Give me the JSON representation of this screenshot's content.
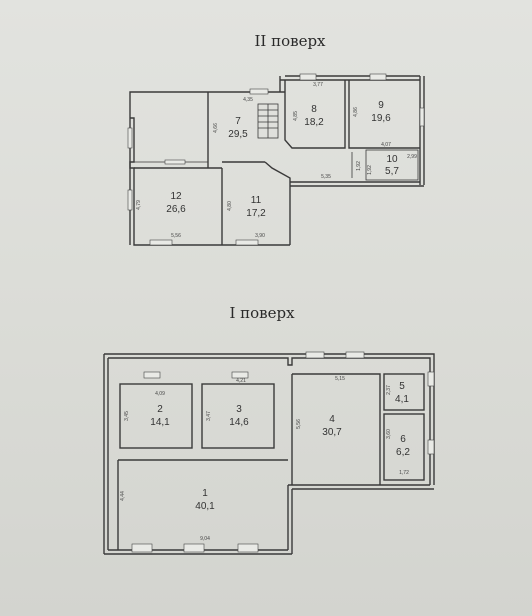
{
  "floor2": {
    "title": "II поверх",
    "rooms": [
      {
        "id": "7",
        "num": "7",
        "area": "29,5"
      },
      {
        "id": "8",
        "num": "8",
        "area": "18,2"
      },
      {
        "id": "9",
        "num": "9",
        "area": "19,6"
      },
      {
        "id": "10",
        "num": "10",
        "area": "5,7"
      },
      {
        "id": "11",
        "num": "11",
        "area": "17,2"
      },
      {
        "id": "12",
        "num": "12",
        "area": "26,6"
      }
    ],
    "dims": {
      "d377": "3,77",
      "d435": "4,35",
      "d466": "4,66",
      "d485": "4,85",
      "d486": "4,86",
      "d407": "4,07",
      "d299": "2,99",
      "d335": "5,35",
      "d192": "1,92",
      "d195": "1,92",
      "d479": "4,79",
      "d556": "5,56",
      "d480": "4,80",
      "d390": "3,90"
    }
  },
  "floor1": {
    "title": "I поверх",
    "rooms": [
      {
        "id": "1",
        "num": "1",
        "area": "40,1"
      },
      {
        "id": "2",
        "num": "2",
        "area": "14,1"
      },
      {
        "id": "3",
        "num": "3",
        "area": "14,6"
      },
      {
        "id": "4",
        "num": "4",
        "area": "30,7"
      },
      {
        "id": "5",
        "num": "5",
        "area": "4,1"
      },
      {
        "id": "6",
        "num": "6",
        "area": "6,2"
      }
    ],
    "dims": {
      "d409": "4,09",
      "d421": "4,21",
      "d345": "3,45",
      "d347": "3,47",
      "d515": "5,15",
      "d556": "5,56",
      "d237": "2,37",
      "d360": "3,60",
      "d172": "1,72",
      "d444": "4,44",
      "d904": "9,04"
    }
  }
}
